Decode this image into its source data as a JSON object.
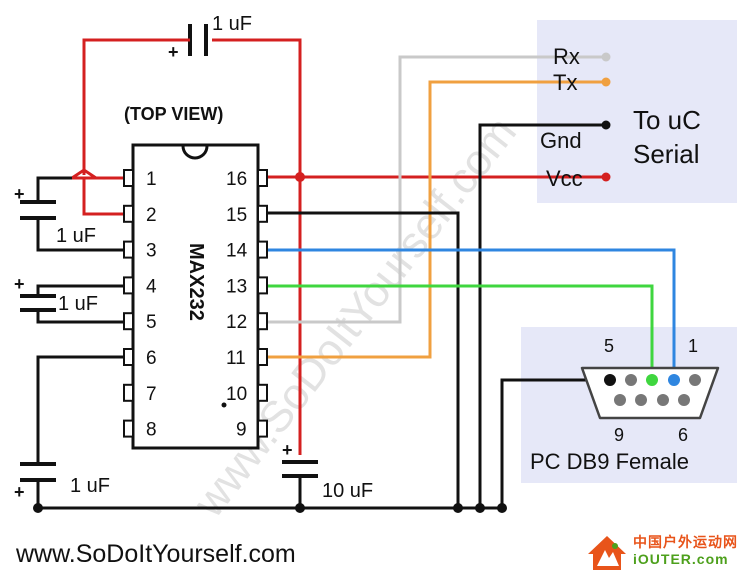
{
  "chip": {
    "name": "MAX232",
    "view_label": "(TOP VIEW)",
    "left_pins": [
      "1",
      "2",
      "3",
      "4",
      "5",
      "6",
      "7",
      "8"
    ],
    "right_pins": [
      "16",
      "15",
      "14",
      "13",
      "12",
      "11",
      "10",
      "9"
    ]
  },
  "capacitors": {
    "top": "1 uF",
    "c1": "1 uF",
    "c2": "1 uF",
    "c3": "1 uF",
    "c4": "10 uF",
    "polarity": "+"
  },
  "serial": {
    "title_line1": "To uC",
    "title_line2": "Serial",
    "rx": "Rx",
    "tx": "Tx",
    "gnd": "Gnd",
    "vcc": "Vcc"
  },
  "db9": {
    "title": "PC DB9 Female",
    "pin5": "5",
    "pin1": "1",
    "pin9": "9",
    "pin6": "6"
  },
  "footer": {
    "url": "www.SoDoItYourself.com",
    "watermark": "www.SoDoItYourself.com"
  },
  "logo": {
    "cn": "中国户外运动网",
    "en": "iOUTER.com"
  },
  "colors": {
    "vcc": "#d42020",
    "gnd": "#111111",
    "rx": "#c9c9c9",
    "tx": "#f0a040",
    "pin14": "#2f86e0",
    "pin13": "#3fd63f",
    "panel": "#e6e8f8"
  }
}
